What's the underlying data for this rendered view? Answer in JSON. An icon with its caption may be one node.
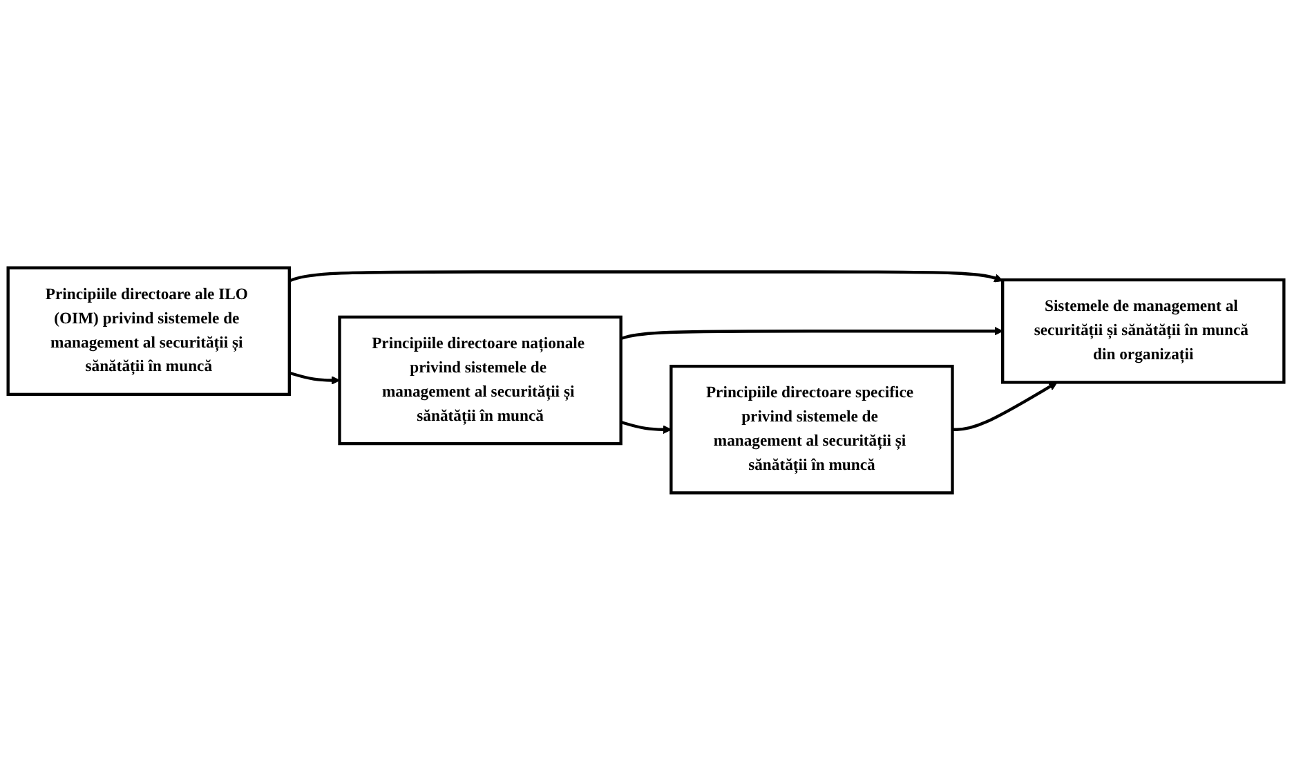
{
  "diagram": {
    "nodes": [
      {
        "text": [
          "Principiile directoare ale ILO (OIM) privind sistemele de management al securității și sănătății în muncă"
        ]
      },
      {
        "text": [
          "Principiile directoare naționale privind sistemele de management al securității și sănătății în muncă"
        ]
      },
      {
        "text": [
          "Principiile directoare specifice privind sistemele de management al securității și sănătății în muncă"
        ]
      },
      {
        "text": [
          "Sistemele de management al securității și sănătății în muncă din organizații"
        ]
      }
    ],
    "edges": [
      {
        "from": 0,
        "to": 3,
        "arrow": "to"
      },
      {
        "from": 0,
        "to": 1,
        "arrow": "to"
      },
      {
        "from": 1,
        "to": 3,
        "arrow": "to"
      },
      {
        "from": 1,
        "to": 2,
        "arrow": "to"
      },
      {
        "from": 2,
        "to": 3,
        "arrow": "to"
      }
    ]
  }
}
